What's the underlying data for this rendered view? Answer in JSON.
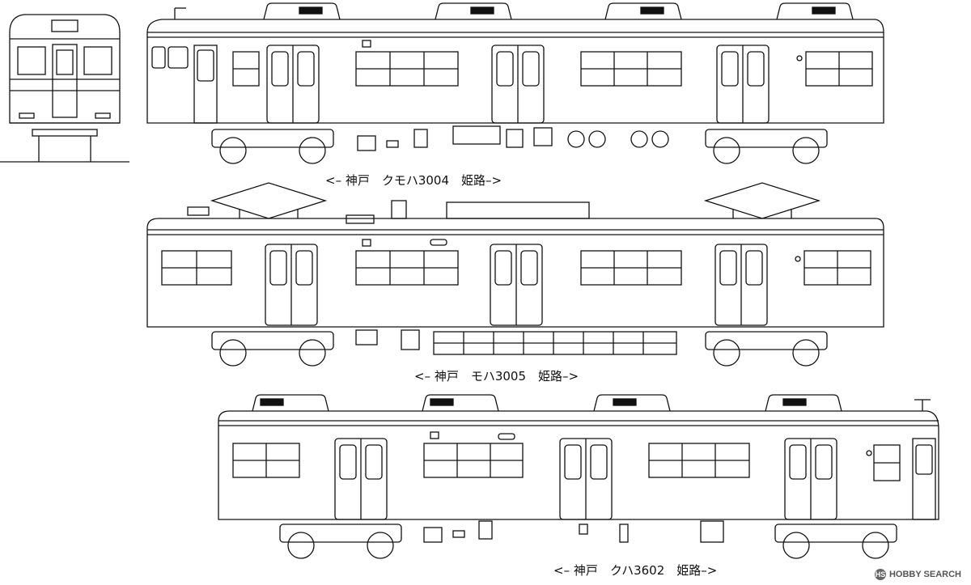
{
  "cars": [
    {
      "id": "car1",
      "caption": "<– 神戸　クモハ3004　姫路–>"
    },
    {
      "id": "car2",
      "caption": "<– 神戸　モハ3005　姫路–>"
    },
    {
      "id": "car3",
      "caption": "<– 神戸　クハ3602　姫路–>"
    }
  ],
  "watermark": {
    "text": "HOBBY SEARCH",
    "logo": "HS"
  }
}
